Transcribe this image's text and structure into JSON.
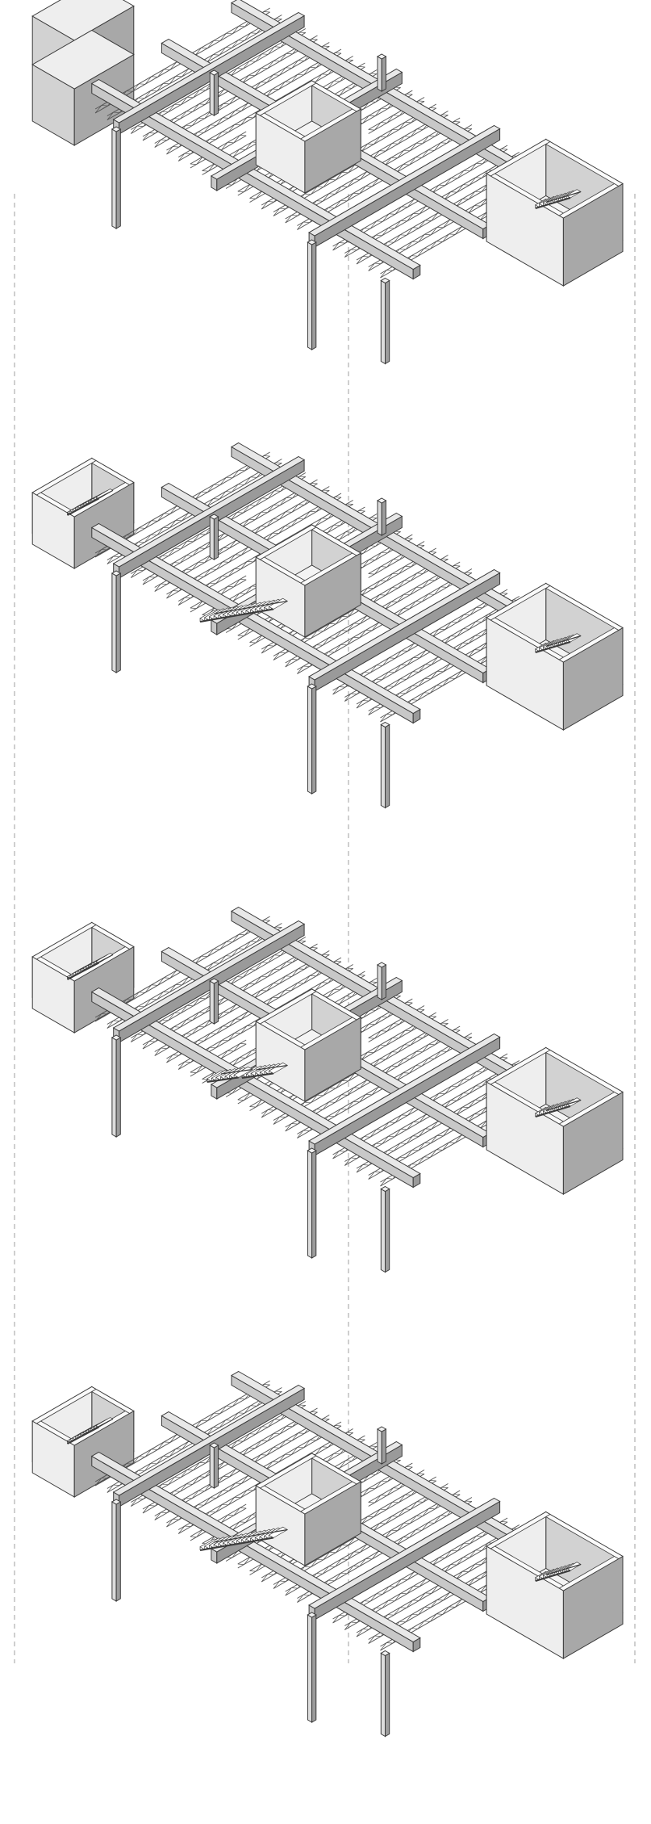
{
  "diagram": {
    "kind": "exploded axonometric of steel-framed floor levels",
    "level_count": 4,
    "levels": [
      {
        "id": "level-1",
        "stair_in_void": false,
        "left_core_stair": false,
        "void": true
      },
      {
        "id": "level-2",
        "stair_in_void": true,
        "left_core_stair": true,
        "void": true
      },
      {
        "id": "level-3",
        "stair_in_void": "partial",
        "left_core_stair": true,
        "void": true
      },
      {
        "id": "level-4",
        "stair_in_void": true,
        "left_core_stair": true,
        "void": true
      }
    ],
    "colors": {
      "line": "#3a3a3a",
      "wall_light": "#eeeeee",
      "wall_mid": "#d2d2d2",
      "wall_dark": "#a8a8a8",
      "beam_top": "#e8e8e8",
      "beam_side": "#9a9a9a",
      "joist": "#555555",
      "guide": "#888888"
    }
  }
}
